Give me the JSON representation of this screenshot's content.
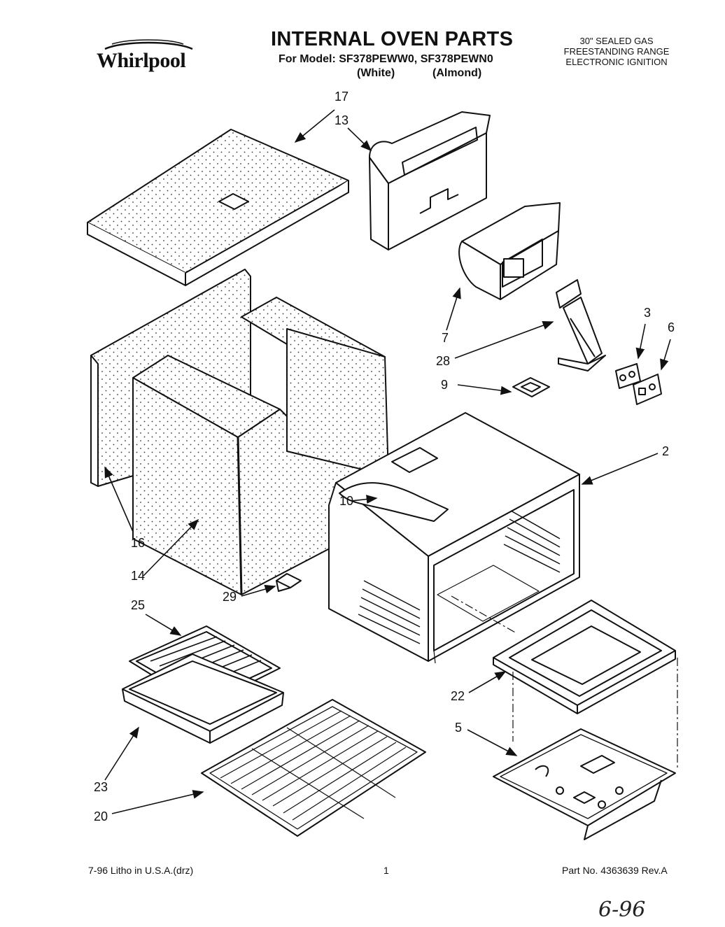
{
  "header": {
    "brand": "Whirlpool",
    "title": "INTERNAL OVEN PARTS",
    "model_line": "For Model: SF378PEWW0, SF378PEWN0",
    "color_white": "(White)",
    "color_almond": "(Almond)",
    "desc_line1": "30\" SEALED GAS",
    "desc_line2": "FREESTANDING RANGE",
    "desc_line3": "ELECTRONIC IGNITION"
  },
  "callouts": {
    "c17": "17",
    "c13": "13",
    "c7": "7",
    "c28": "28",
    "c3": "3",
    "c6": "6",
    "c9": "9",
    "c2": "2",
    "c10": "10",
    "c16": "16",
    "c14": "14",
    "c29": "29",
    "c25": "25",
    "c22": "22",
    "c5": "5",
    "c23": "23",
    "c20": "20"
  },
  "footer": {
    "litho": "7-96 Litho in U.S.A.(drz)",
    "page": "1",
    "part_no": "Part No. 4363639 Rev.A",
    "handwritten": "6-96"
  }
}
